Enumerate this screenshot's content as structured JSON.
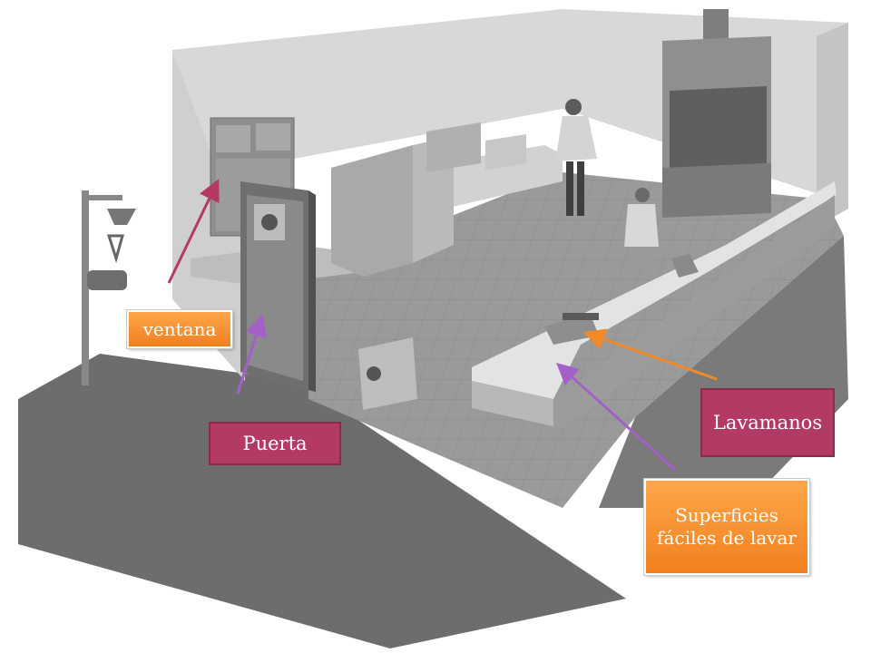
{
  "labels": {
    "ventana": "ventana",
    "puerta": "Puerta",
    "lavamanos": "Lavamanos",
    "superficies": "Superficies fáciles de lavar"
  },
  "colors": {
    "orange_label": "#f4892a",
    "magenta_label": "#b43a66",
    "arrow_magenta": "#b43a66",
    "arrow_violet": "#a460c8",
    "arrow_orange": "#f08a2a"
  }
}
